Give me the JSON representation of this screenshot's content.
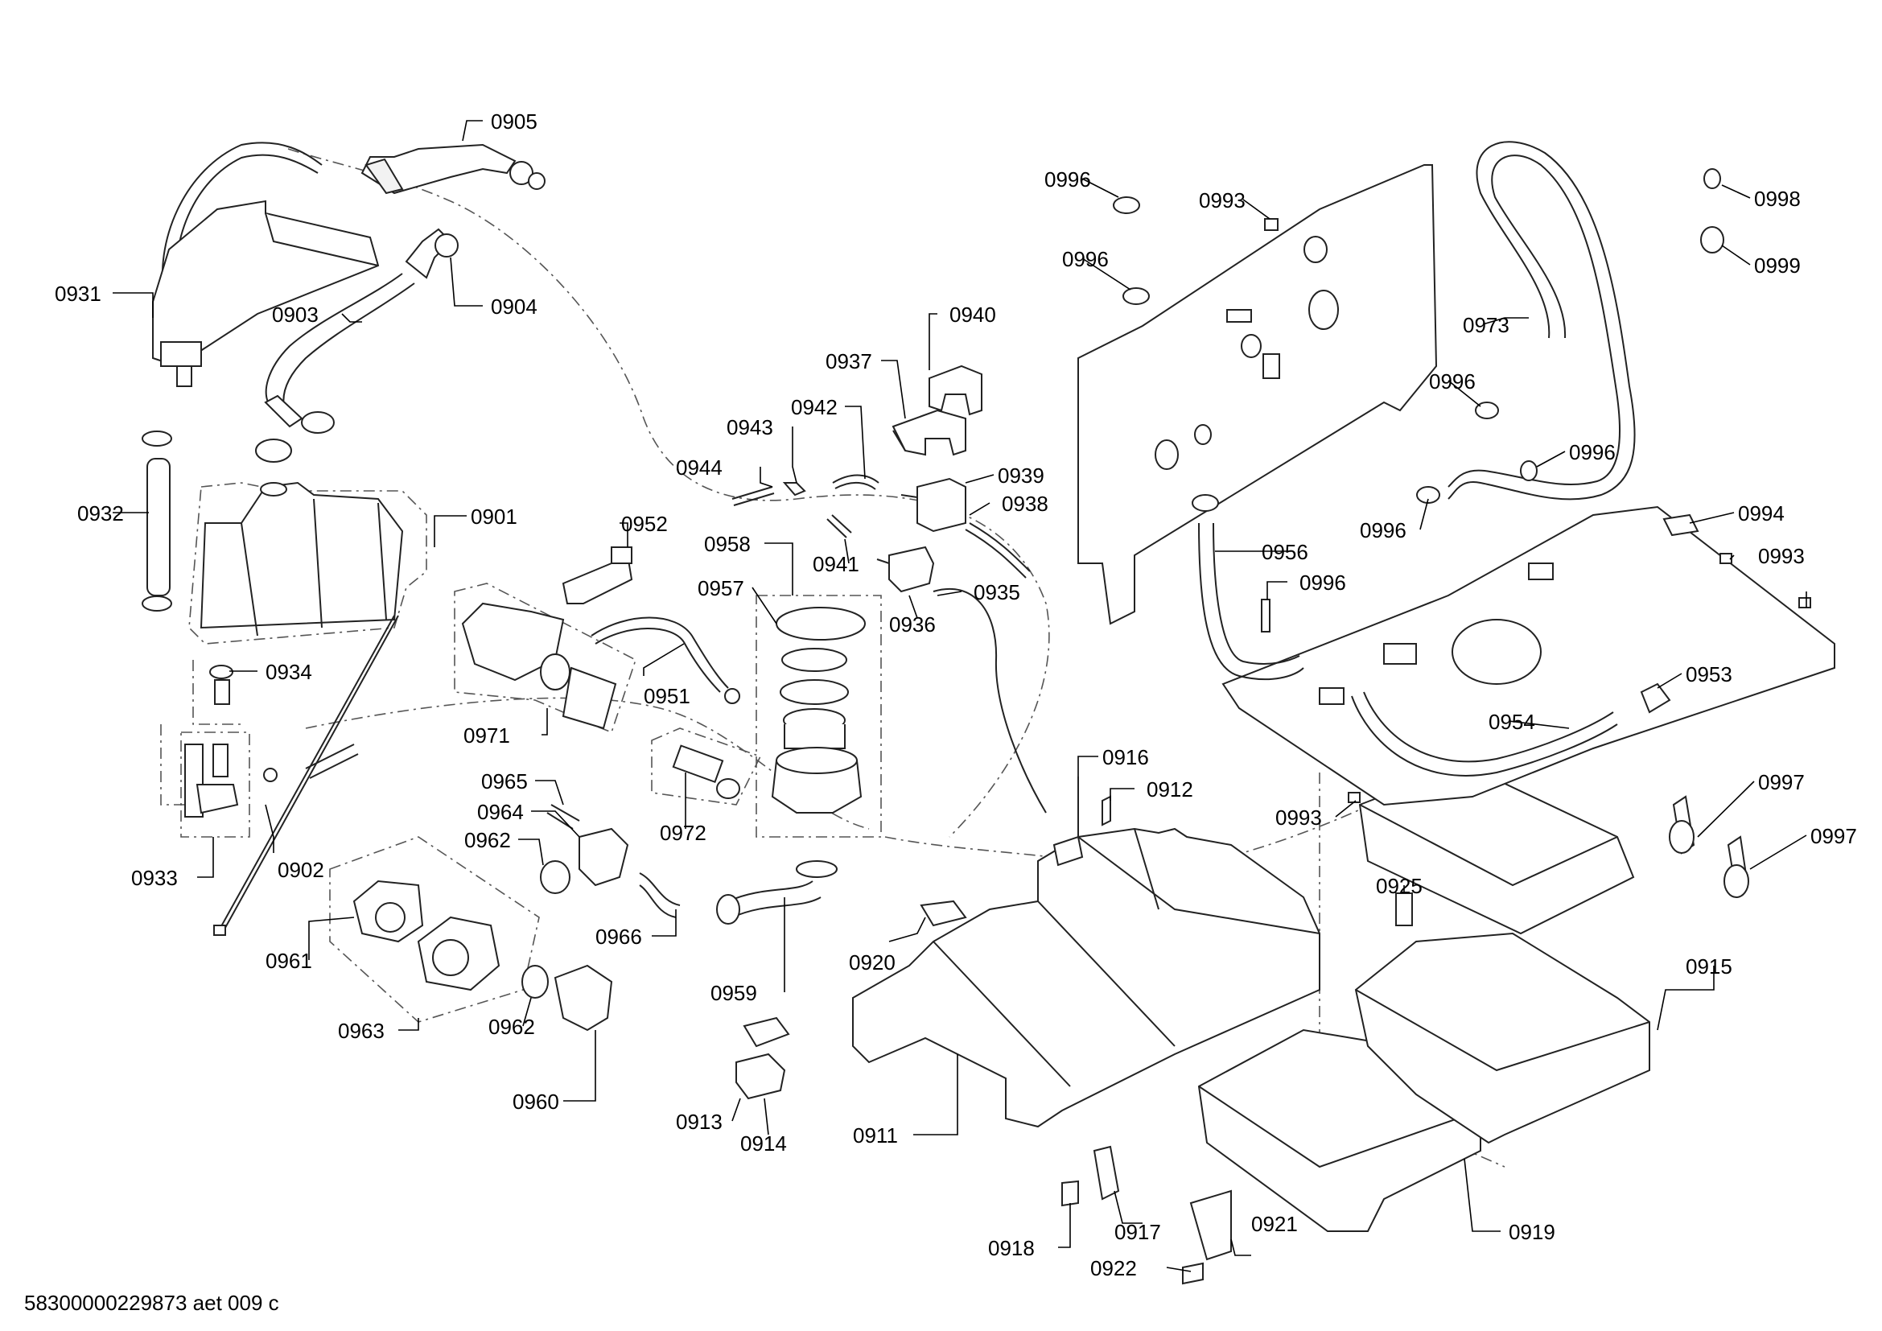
{
  "diagram": {
    "footer_code": "58300000229873 aet 009 c",
    "callouts": [
      {
        "id": "0905",
        "label": "0905"
      },
      {
        "id": "0904",
        "label": "0904"
      },
      {
        "id": "0903",
        "label": "0903"
      },
      {
        "id": "0931",
        "label": "0931"
      },
      {
        "id": "0932",
        "label": "0932"
      },
      {
        "id": "0901",
        "label": "0901"
      },
      {
        "id": "0934",
        "label": "0934"
      },
      {
        "id": "0933",
        "label": "0933"
      },
      {
        "id": "0902",
        "label": "0902"
      },
      {
        "id": "0971",
        "label": "0971"
      },
      {
        "id": "0952",
        "label": "0952"
      },
      {
        "id": "0951",
        "label": "0951"
      },
      {
        "id": "0958",
        "label": "0958"
      },
      {
        "id": "0957",
        "label": "0957"
      },
      {
        "id": "0972",
        "label": "0972"
      },
      {
        "id": "0944",
        "label": "0944"
      },
      {
        "id": "0943",
        "label": "0943"
      },
      {
        "id": "0942",
        "label": "0942"
      },
      {
        "id": "0941",
        "label": "0941"
      },
      {
        "id": "0937",
        "label": "0937"
      },
      {
        "id": "0940",
        "label": "0940"
      },
      {
        "id": "0939",
        "label": "0939"
      },
      {
        "id": "0938",
        "label": "0938"
      },
      {
        "id": "0936",
        "label": "0936"
      },
      {
        "id": "0935",
        "label": "0935"
      },
      {
        "id": "0965",
        "label": "0965"
      },
      {
        "id": "0964",
        "label": "0964"
      },
      {
        "id": "0962a",
        "label": "0962"
      },
      {
        "id": "0966",
        "label": "0966"
      },
      {
        "id": "0961",
        "label": "0961"
      },
      {
        "id": "0963",
        "label": "0963"
      },
      {
        "id": "0962b",
        "label": "0962"
      },
      {
        "id": "0960",
        "label": "0960"
      },
      {
        "id": "0959",
        "label": "0959"
      },
      {
        "id": "0920",
        "label": "0920"
      },
      {
        "id": "0913",
        "label": "0913"
      },
      {
        "id": "0914",
        "label": "0914"
      },
      {
        "id": "0911",
        "label": "0911"
      },
      {
        "id": "0916",
        "label": "0916"
      },
      {
        "id": "0912",
        "label": "0912"
      },
      {
        "id": "0918",
        "label": "0918"
      },
      {
        "id": "0917",
        "label": "0917"
      },
      {
        "id": "0922",
        "label": "0922"
      },
      {
        "id": "0921",
        "label": "0921"
      },
      {
        "id": "0919",
        "label": "0919"
      },
      {
        "id": "0925",
        "label": "0925"
      },
      {
        "id": "0915",
        "label": "0915"
      },
      {
        "id": "0996a",
        "label": "0996"
      },
      {
        "id": "0993a",
        "label": "0993"
      },
      {
        "id": "0996b",
        "label": "0996"
      },
      {
        "id": "0996c",
        "label": "0996"
      },
      {
        "id": "0996d",
        "label": "0996"
      },
      {
        "id": "0996e",
        "label": "0996"
      },
      {
        "id": "0996f",
        "label": "0996"
      },
      {
        "id": "0956",
        "label": "0956"
      },
      {
        "id": "0973",
        "label": "0973"
      },
      {
        "id": "0998",
        "label": "0998"
      },
      {
        "id": "0999",
        "label": "0999"
      },
      {
        "id": "0994",
        "label": "0994"
      },
      {
        "id": "0993b",
        "label": "0993"
      },
      {
        "id": "0953",
        "label": "0953"
      },
      {
        "id": "0954",
        "label": "0954"
      },
      {
        "id": "0993c",
        "label": "0993"
      },
      {
        "id": "0997a",
        "label": "0997"
      },
      {
        "id": "0997b",
        "label": "0997"
      }
    ]
  }
}
